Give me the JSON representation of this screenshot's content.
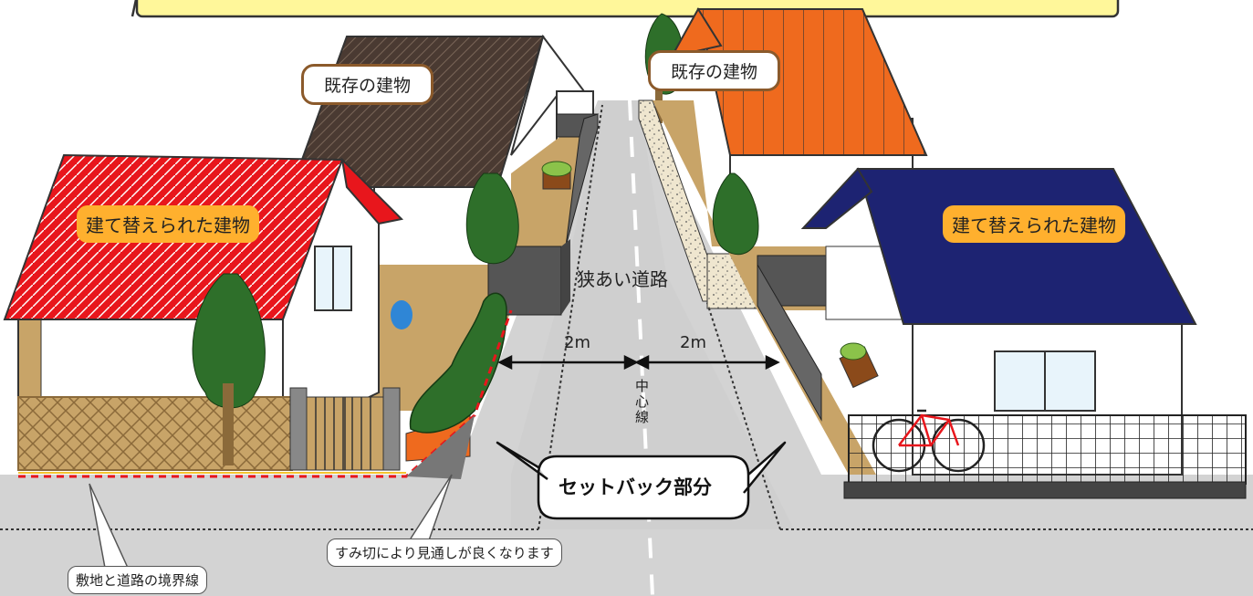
{
  "labels": {
    "existing_building_left": "既存の建物",
    "existing_building_right": "既存の建物",
    "rebuilt_building_left": "建て替えられた建物",
    "rebuilt_building_right": "建て替えられた建物",
    "narrow_road": "狭あい道路",
    "distance_left": "2m",
    "distance_right": "2m",
    "center_line": "中心線",
    "setback_area": "セットバック部分",
    "corner_cut_note": "すみ切により見通しが良くなります",
    "boundary_line": "敷地と道路の境界線"
  },
  "colors": {
    "red_roof": "#e8161c",
    "brown_roof": "#4a3a32",
    "orange_roof": "#ef6a1e",
    "navy_roof": "#1d2372",
    "road": "#d3d3d3",
    "yard": "#c8a468",
    "banner": "#fff79a",
    "label_orange": "#ffb02e",
    "boundary_dash": "#e8161c"
  }
}
